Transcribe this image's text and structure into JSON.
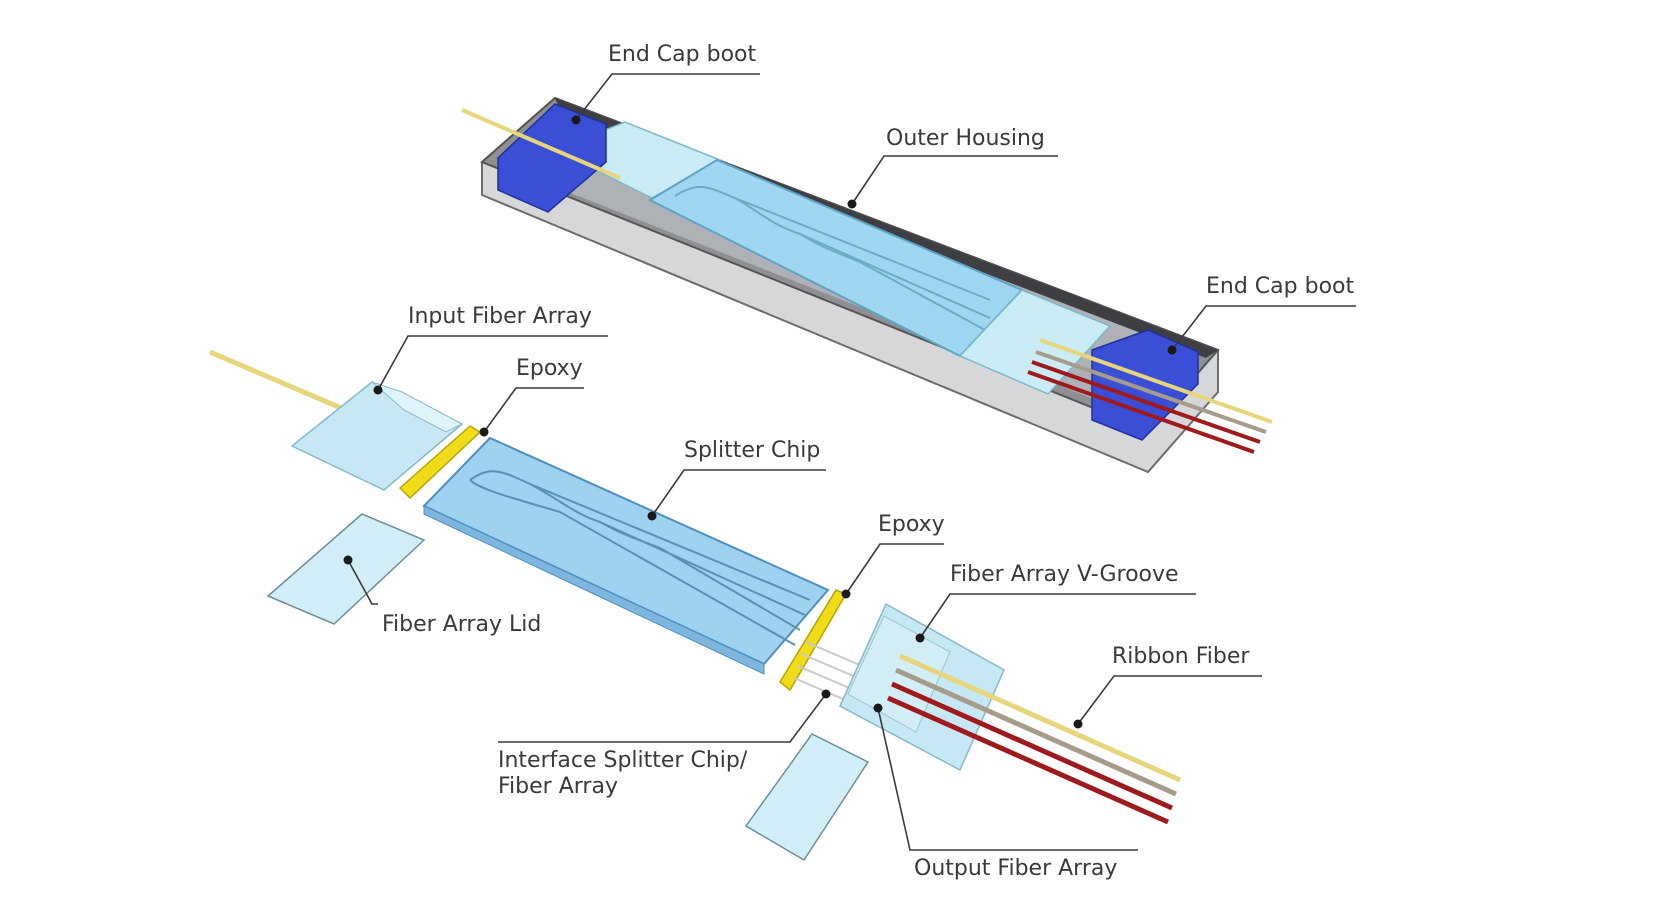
{
  "labels": {
    "end_cap_boot_top": "End Cap boot",
    "outer_housing": "Outer Housing",
    "end_cap_boot_right": "End Cap boot",
    "input_fiber_array": "Input Fiber Array",
    "epoxy_left": "Epoxy",
    "splitter_chip": "Splitter Chip",
    "fiber_array_lid": "Fiber Array Lid",
    "epoxy_right": "Epoxy",
    "fiber_array_vgroove": "Fiber Array V-Groove",
    "ribbon_fiber": "Ribbon Fiber",
    "interface_line1": "Interface Splitter Chip/",
    "interface_line2": "Fiber Array",
    "output_fiber_array": "Output Fiber Array"
  },
  "colors": {
    "housing_outline": "#4a4a4a",
    "housing_fill": "#d9dadc",
    "end_cap": "#3a4fd6",
    "glass": "#bfe6f2",
    "chip": "#9fd4f0",
    "epoxy": "#f0dc18",
    "fiber_yellow": "#e8d77a",
    "fiber_red": "#a0191c",
    "fiber_gray": "#a59c8a",
    "leader": "#3a3a3a"
  }
}
